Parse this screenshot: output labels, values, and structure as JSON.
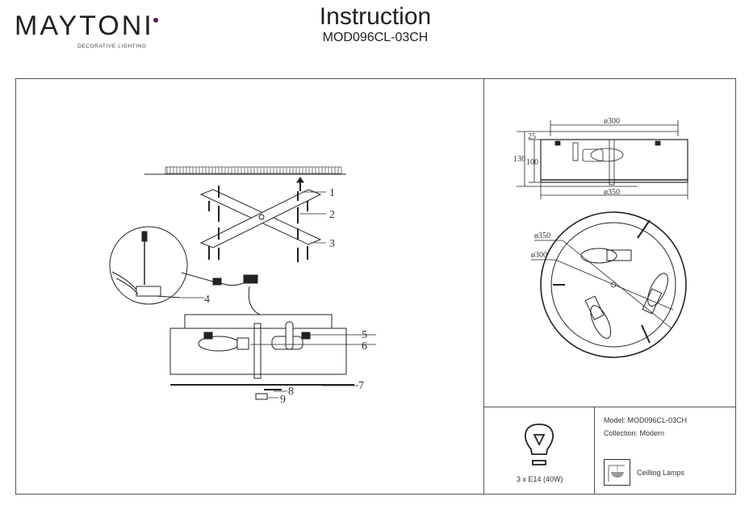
{
  "brand": {
    "name": "MAYTONI",
    "tagline": "DECORATIVE LIGHTING",
    "accent_color": "#5a1b57"
  },
  "header": {
    "title": "Instruction",
    "model_code": "MOD096CL-03CH"
  },
  "assembly_diagram": {
    "callouts": [
      "1",
      "2",
      "3",
      "4",
      "5",
      "6",
      "7",
      "8",
      "9"
    ]
  },
  "dimensions": {
    "side_view": {
      "top_diameter": "ø300",
      "bottom_diameter": "ø350",
      "total_height": "136",
      "body_height": "100",
      "mount_height": "25"
    },
    "top_view": {
      "outer_diameter": "ø350",
      "inner_diameter": "ø300"
    }
  },
  "specs": {
    "bulb": "3 x E14 (40W)",
    "model": "Model: MOD096CL-03CH",
    "collection": "Collection: Modern",
    "category": "Ceilling Lamps"
  }
}
